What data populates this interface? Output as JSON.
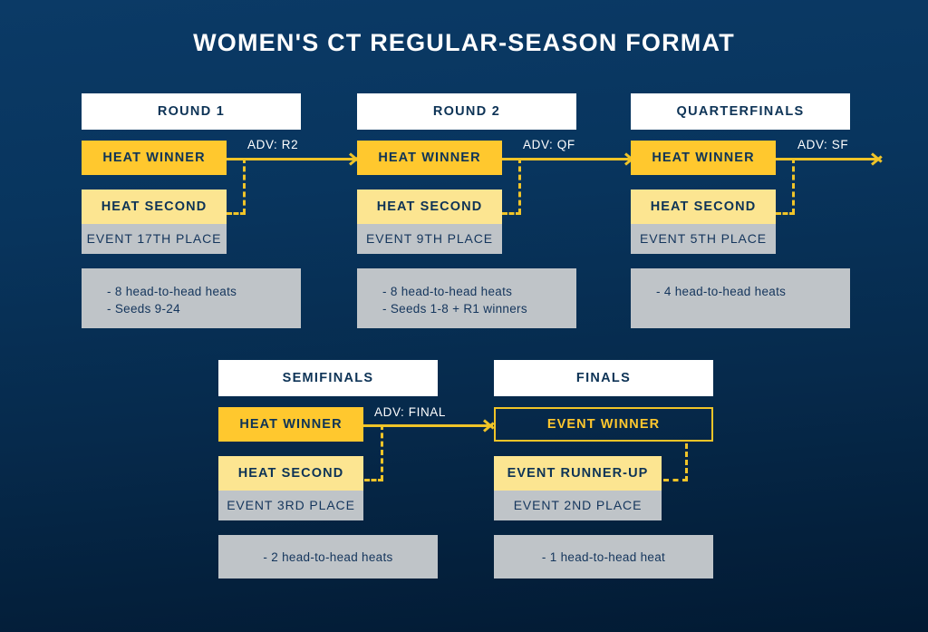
{
  "title": "WOMEN'S CT REGULAR-SEASON FORMAT",
  "colors": {
    "background_top": "#0b3a66",
    "background_bottom": "#021a33",
    "accent_yellow": "#ffc82e",
    "accent_yellow_light": "#fce591",
    "accent_gold_line": "#f0c428",
    "grey_panel": "#bfc4c8",
    "navy_text": "#0d3356",
    "white": "#ffffff"
  },
  "stages": [
    {
      "id": "round-1",
      "header": "ROUND 1",
      "winner": "HEAT WINNER",
      "second": "HEAT SECOND",
      "place": "EVENT 17TH PLACE",
      "notes": "- 8 head-to-head heats\n- Seeds 9-24",
      "advance_label": "ADV: R2"
    },
    {
      "id": "round-2",
      "header": "ROUND 2",
      "winner": "HEAT WINNER",
      "second": "HEAT SECOND",
      "place": "EVENT 9TH PLACE",
      "notes": "- 8 head-to-head heats\n- Seeds 1-8 + R1 winners",
      "advance_label": "ADV: QF"
    },
    {
      "id": "quarterfinals",
      "header": "QUARTERFINALS",
      "winner": "HEAT WINNER",
      "second": "HEAT SECOND",
      "place": "EVENT 5TH PLACE",
      "notes": "- 4  head-to-head heats",
      "advance_label": "ADV: SF"
    },
    {
      "id": "semifinals",
      "header": "SEMIFINALS",
      "winner": "HEAT WINNER",
      "second": "HEAT SECOND",
      "place": "EVENT 3RD PLACE",
      "notes": "- 2 head-to-head heats",
      "advance_label": "ADV: FINAL"
    },
    {
      "id": "finals",
      "header": "FINALS",
      "winner": "EVENT WINNER",
      "second": "EVENT RUNNER-UP",
      "place": "EVENT 2ND PLACE",
      "notes": "- 1 head-to-head heat",
      "advance_label": ""
    }
  ]
}
